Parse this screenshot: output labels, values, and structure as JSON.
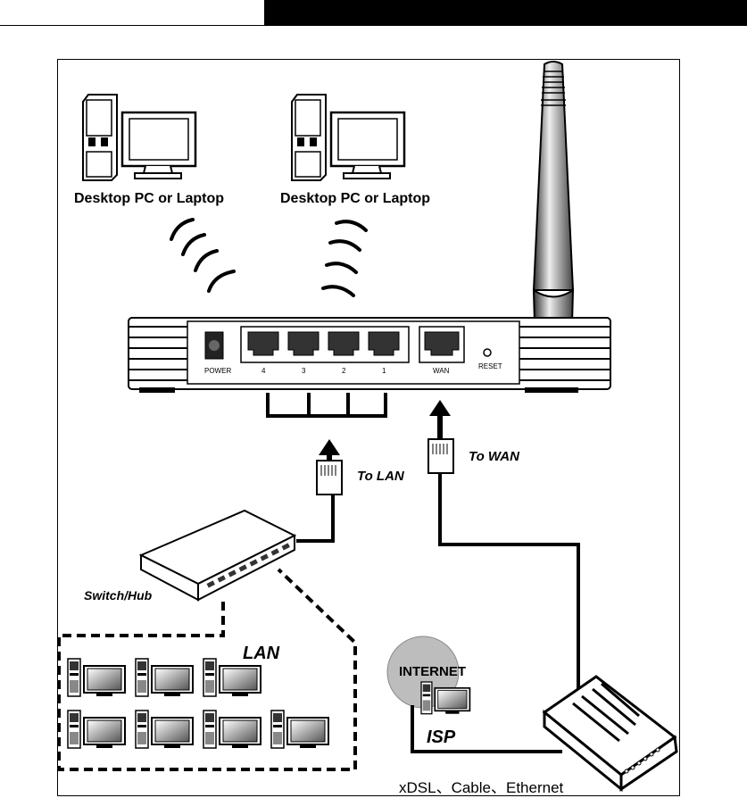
{
  "header": {
    "bar_color": "#000000"
  },
  "pc_labels": {
    "left": "Desktop PC or Laptop",
    "right": "Desktop PC or Laptop"
  },
  "router_ports": {
    "power": "POWER",
    "lan_numbers": [
      "4",
      "3",
      "2",
      "1"
    ],
    "wan": "WAN",
    "reset": "RESET"
  },
  "connections": {
    "to_lan": "To LAN",
    "to_wan": "To WAN"
  },
  "devices": {
    "switch": "Switch/Hub",
    "lan": "LAN",
    "internet": "INTERNET",
    "isp": "ISP"
  },
  "footer_caption": "xDSL、Cable、Ethernet",
  "icons": [
    "desktop-pc-icon",
    "wifi-waves-icon",
    "router-icon",
    "antenna-icon",
    "rj45-plug-icon",
    "arrow-up-icon",
    "switch-hub-icon",
    "modem-icon",
    "internet-cloud-icon"
  ],
  "colors": {
    "line": "#000000",
    "internet_circle": "#bdbdbd"
  }
}
